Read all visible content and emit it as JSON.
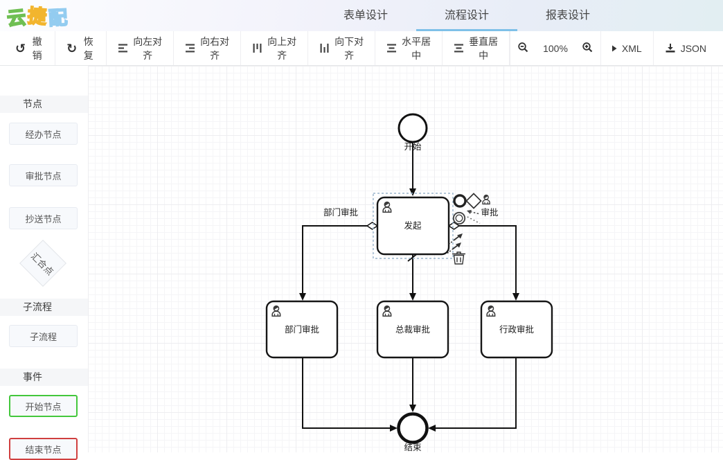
{
  "header": {
    "logo_text": "云捷配",
    "logo_chars": [
      {
        "char": "云",
        "color": "#6fbf53"
      },
      {
        "char": "捷",
        "color": "#f2b52e"
      },
      {
        "char": "配",
        "color": "#93ccf0"
      }
    ],
    "tabs": [
      {
        "label": "表单设计",
        "active": false
      },
      {
        "label": "流程设计",
        "active": true
      },
      {
        "label": "报表设计",
        "active": false
      }
    ],
    "active_tab_underline_color": "#7ec0e8"
  },
  "toolbar": {
    "items": [
      {
        "name": "undo",
        "label": "撤销"
      },
      {
        "name": "redo",
        "label": "恢复"
      },
      {
        "name": "align-left",
        "label": "向左对齐"
      },
      {
        "name": "align-right",
        "label": "向右对齐"
      },
      {
        "name": "align-top",
        "label": "向上对齐"
      },
      {
        "name": "align-bottom",
        "label": "向下对齐"
      },
      {
        "name": "center-horizontal",
        "label": "水平居中"
      },
      {
        "name": "center-vertical",
        "label": "垂直居中"
      }
    ],
    "zoom": {
      "level": "100%"
    },
    "export": [
      {
        "name": "xml",
        "label": "XML"
      },
      {
        "name": "json",
        "label": "JSON"
      }
    ]
  },
  "sidebar": {
    "sections": [
      {
        "title": "节点",
        "items": [
          {
            "label": "经办节点"
          },
          {
            "label": "审批节点"
          },
          {
            "label": "抄送节点"
          },
          {
            "label": "汇合点",
            "shape": "diamond"
          }
        ]
      },
      {
        "title": "子流程",
        "items": [
          {
            "label": "子流程"
          }
        ]
      },
      {
        "title": "事件",
        "items": [
          {
            "label": "开始节点",
            "border_color": "#43c73c"
          },
          {
            "label": "结束节点",
            "border_color": "#d03f3f"
          }
        ]
      }
    ]
  },
  "canvas": {
    "nodes": {
      "start": {
        "label": "开始",
        "type": "start-event"
      },
      "initiate": {
        "label": "发起",
        "type": "user-task",
        "selected": true
      },
      "dept": {
        "label": "部门审批",
        "type": "user-task"
      },
      "president": {
        "label": "总裁审批",
        "type": "user-task"
      },
      "admin": {
        "label": "行政审批",
        "type": "user-task"
      },
      "end": {
        "label": "结束",
        "type": "end-event"
      }
    },
    "edge_labels": {
      "left": "部门审批",
      "right": "审批"
    },
    "selection_color": "#98b4cc"
  }
}
